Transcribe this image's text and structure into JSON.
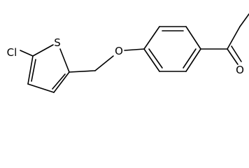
{
  "molecule": {
    "atoms": {
      "chlorine": "Cl",
      "sulfur": "S",
      "ether_oxygen": "O",
      "carbonyl_oxygen": "O"
    }
  },
  "colors": {
    "bond": "#000000",
    "background": "#ffffff"
  }
}
